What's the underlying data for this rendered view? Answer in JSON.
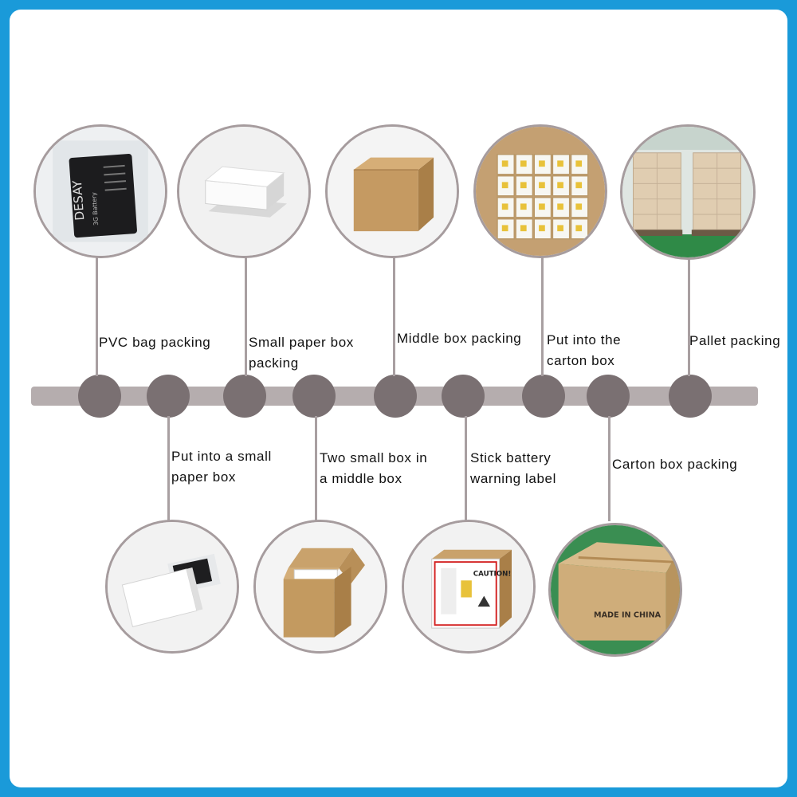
{
  "steps_top": [
    {
      "label_lines": [
        "PVC bag packing"
      ],
      "photo": "battery-in-pvc-bag"
    },
    {
      "label_lines": [
        "Small paper box",
        "packing"
      ],
      "photo": "white-paper-boxes"
    },
    {
      "label_lines": [
        "Middle box packing"
      ],
      "photo": "kraft-middle-box"
    },
    {
      "label_lines": [
        "Put into the",
        "carton box"
      ],
      "photo": "boxes-inside-carton"
    },
    {
      "label_lines": [
        "Pallet packing"
      ],
      "photo": "wrapped-pallets"
    }
  ],
  "steps_bottom": [
    {
      "label_lines": [
        "Put into a small",
        "paper box"
      ],
      "photo": "battery-into-paper-box"
    },
    {
      "label_lines": [
        "Two small box in",
        "a middle box"
      ],
      "photo": "open-middle-box"
    },
    {
      "label_lines": [
        "Stick battery",
        "warning label"
      ],
      "photo": "box-with-warning-label"
    },
    {
      "label_lines": [
        "Carton box packing"
      ],
      "photo": "sealed-carton"
    }
  ],
  "photo_text": {
    "battery_brand": "DESAY",
    "battery_tag": "3G Battery",
    "warning_title": "CAUTION!",
    "carton_print": "MADE IN CHINA"
  },
  "colors": {
    "frame_border": "#1a9ad9",
    "bar": "#b5adae",
    "node": "#7a7072",
    "connector": "#a89fa1",
    "photo_ring": "#a69c9e",
    "kraft": "#c9a26c"
  }
}
